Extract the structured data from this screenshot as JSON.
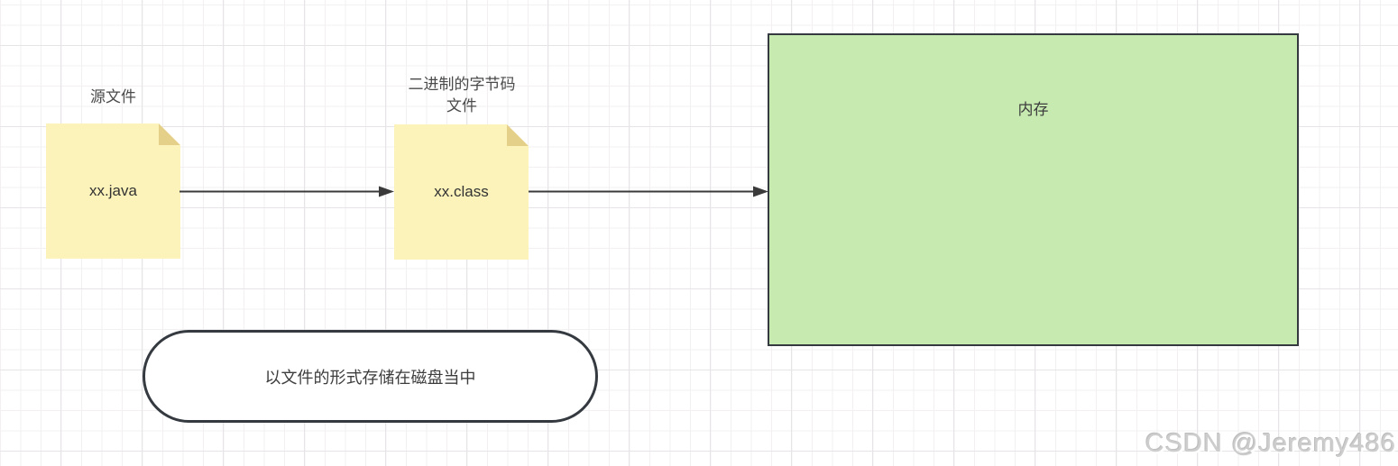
{
  "canvas": {
    "background_color": "#ffffff",
    "grid_minor_color": "#f2f0f1",
    "grid_major_color": "#e6e4e6"
  },
  "nodes": {
    "source_note": {
      "title": "源文件",
      "text": "xx.java",
      "fill": "#fcf3bb",
      "fold_color": "#e4d088"
    },
    "bytecode_note": {
      "title_line1": "二进制的字节码",
      "title_line2": "文件",
      "text": "xx.class",
      "fill": "#fcf3bb",
      "fold_color": "#e4d088"
    },
    "memory_box": {
      "text": "内存",
      "fill": "#c7eab1",
      "border_color": "#343a40"
    },
    "disk_callout": {
      "text": "以文件的形式存储在磁盘当中",
      "fill": "#ffffff",
      "border_color": "#343a40"
    }
  },
  "connectors": {
    "color": "#3a3a3a"
  },
  "watermark": {
    "text": "CSDN @Jeremy486",
    "color": "#cdcdcd"
  }
}
